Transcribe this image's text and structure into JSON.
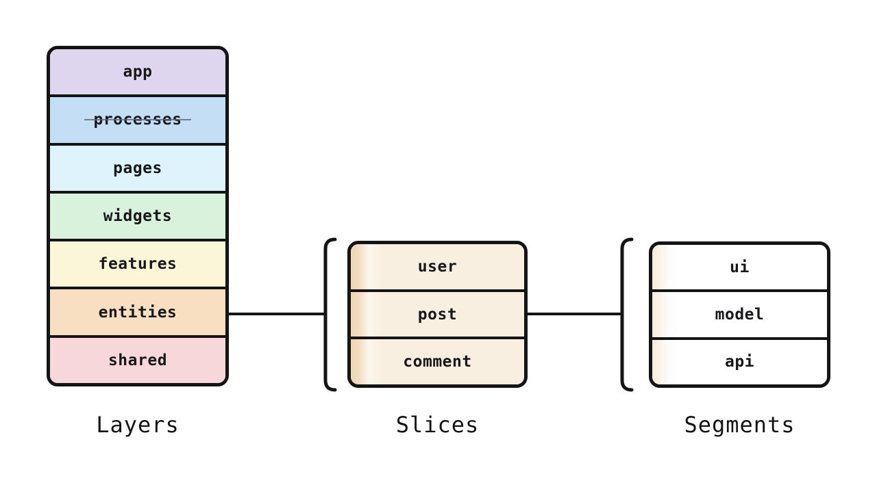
{
  "layers": {
    "title": "Layers",
    "rows": [
      {
        "label": "app",
        "color": "#ded6ef",
        "deprecated": false
      },
      {
        "label": "processes",
        "color": "#c4def6",
        "deprecated": true
      },
      {
        "label": "pages",
        "color": "#def3fc",
        "deprecated": false
      },
      {
        "label": "widgets",
        "color": "#d9f2dc",
        "deprecated": false
      },
      {
        "label": "features",
        "color": "#fcf6d8",
        "deprecated": false
      },
      {
        "label": "entities",
        "color": "#f8dfc2",
        "deprecated": false
      },
      {
        "label": "shared",
        "color": "#f8d7da",
        "deprecated": false
      }
    ]
  },
  "slices": {
    "title": "Slices",
    "body_color": "#f9efe1",
    "edge_color": "#efd5b0",
    "rows": [
      {
        "label": "user"
      },
      {
        "label": "post"
      },
      {
        "label": "comment"
      }
    ]
  },
  "segments": {
    "title": "Segments",
    "body_color": "#ffffff",
    "edge_color": "#f5ebd9",
    "rows": [
      {
        "label": "ui"
      },
      {
        "label": "model"
      },
      {
        "label": "api"
      }
    ]
  },
  "line_color": "#141414",
  "strikethrough_color": "#5c6670"
}
